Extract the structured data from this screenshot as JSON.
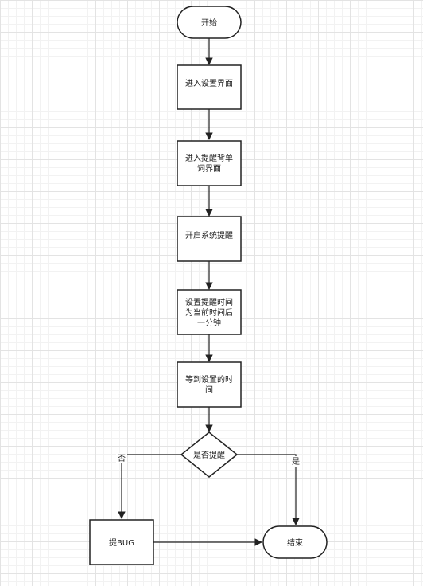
{
  "nodes": {
    "start": "开始",
    "enter_settings": "进入设置界面",
    "enter_remind_1": "进入提醒背单",
    "enter_remind_2": "词界面",
    "enable_remind": "开启系统提醒",
    "set_time_1": "设置提醒时间",
    "set_time_2": "为当前时间后",
    "set_time_3": "一分钟",
    "wait_1": "等到设置的时",
    "wait_2": "间",
    "decision": "是否提醒",
    "report_bug": "提BUG",
    "end": "结束"
  },
  "edge_labels": {
    "no": "否",
    "yes": "是"
  }
}
